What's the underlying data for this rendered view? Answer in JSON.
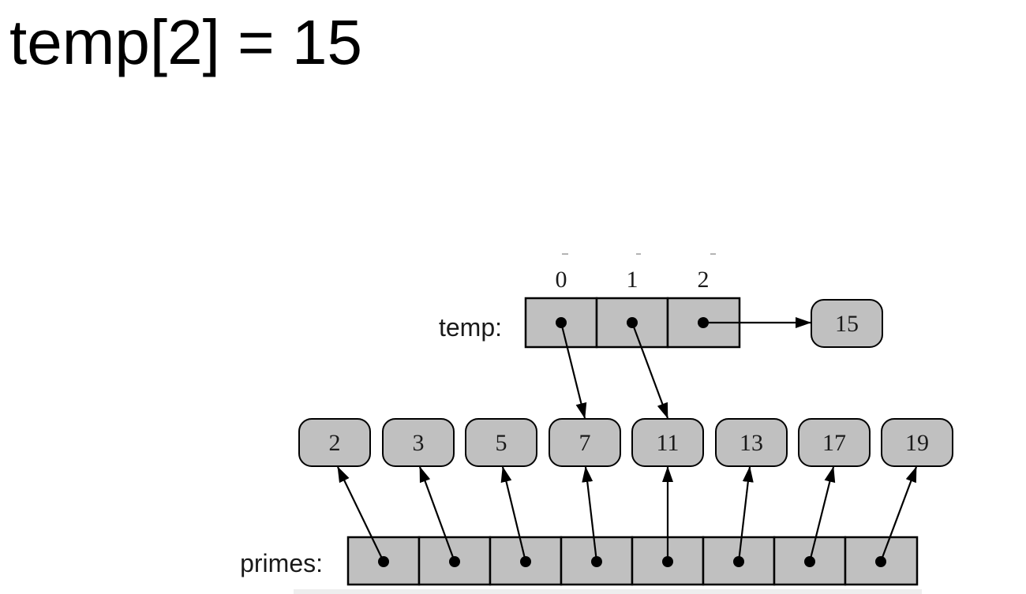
{
  "title": "temp[2] = 15",
  "diagram": {
    "temp": {
      "label": "temp:",
      "indices": [
        "0",
        "1",
        "2"
      ]
    },
    "new_value": "15",
    "values": [
      "2",
      "3",
      "5",
      "7",
      "11",
      "13",
      "17",
      "19"
    ],
    "primes": {
      "label": "primes:"
    },
    "colors": {
      "cell_fill": "#c0c0c0",
      "stroke": "#000000"
    }
  }
}
